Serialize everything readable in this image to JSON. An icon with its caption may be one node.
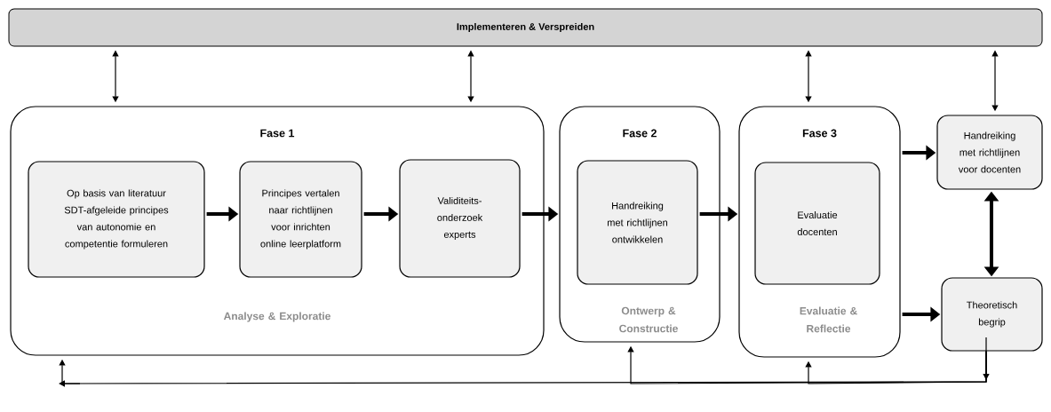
{
  "diagram": {
    "nodes": [
      {
        "text": [
          "Implementeren & Verspreiden"
        ]
      },
      {
        "text": [
          "Fase 1",
          "Analyse & Exploratie"
        ]
      },
      {
        "text": [
          "Op basis van literatuur SDT-afgeleide principes van autonomie en competentie formuleren"
        ],
        "in": 1
      },
      {
        "text": [
          "Principes vertalen naar richtlijnen voor inrichten online leerplatform"
        ],
        "in": 1
      },
      {
        "text": [
          "Validiteits-onderzoek experts"
        ],
        "in": 1
      },
      {
        "text": [
          "Fase 2",
          "Ontwerp & Constructie"
        ]
      },
      {
        "text": [
          "Handreiking met richtlijnen ontwikkelen"
        ],
        "in": 5
      },
      {
        "text": [
          "Fase 3",
          "Evaluatie & Reflectie"
        ]
      },
      {
        "text": [
          "Evaluatie docenten"
        ],
        "in": 7
      },
      {
        "text": [
          "Handreiking met richtlijnen voor docenten"
        ]
      },
      {
        "text": [
          "Theoretisch begrip"
        ]
      }
    ],
    "edges": [
      {
        "from": 0,
        "to": 1,
        "arrow": "both"
      },
      {
        "from": 0,
        "to": 1,
        "arrow": "both"
      },
      {
        "from": 0,
        "to": 7,
        "arrow": "both"
      },
      {
        "from": 0,
        "to": 9,
        "arrow": "both"
      },
      {
        "from": 2,
        "to": 3,
        "arrow": "to",
        "style": "thick"
      },
      {
        "from": 3,
        "to": 4,
        "arrow": "to",
        "style": "thick"
      },
      {
        "from": 4,
        "to": 5,
        "arrow": "to",
        "style": "thick"
      },
      {
        "from": 6,
        "to": 7,
        "arrow": "to",
        "style": "thick"
      },
      {
        "from": 7,
        "to": 9,
        "arrow": "to",
        "style": "thick"
      },
      {
        "from": 7,
        "to": 10,
        "arrow": "to",
        "style": "thick"
      },
      {
        "from": 9,
        "to": 10,
        "arrow": "both",
        "style": "thick"
      },
      {
        "from": 10,
        "to": 1,
        "arrow": "to"
      },
      {
        "from": 10,
        "to": 5,
        "arrow": "to"
      },
      {
        "from": 10,
        "to": 7,
        "arrow": "to"
      }
    ]
  }
}
